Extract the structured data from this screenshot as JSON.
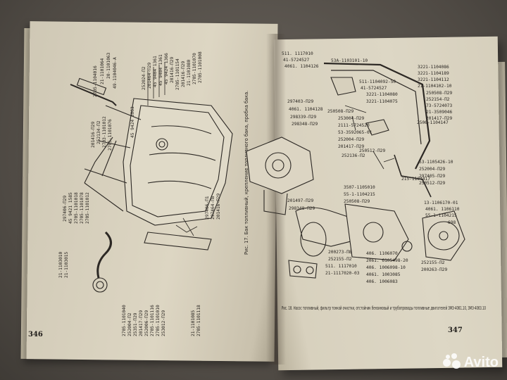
{
  "left_page": {
    "page_number": "346",
    "caption": "Рис. 17. Бак топливный, крепление топливного бака, пробка бака.",
    "top_labels": [
      "2705-1104016",
      "21-1101064",
      "20-1101063",
      "49-1104046-А",
      "252024-П2",
      "201464-П29",
      "45 9404 1361",
      "45 9404 1361",
      "45 9424 1366",
      "201416-П29",
      "2705-1101154",
      "201416-П29",
      "21-1101080",
      "2705-1101070",
      "2705-1101008"
    ],
    "mid_labels": [
      "201416-П29",
      "252134-П2",
      "2703-1101012",
      "2705-1101076",
      "45 9424 3063"
    ],
    "left_labels": [
      "297406-П29",
      "45 9421 1585",
      "2705-1101018",
      "2705-1101078",
      "2705-1101012"
    ],
    "bottom_labels": [
      "2705-1101040",
      "252004-П2",
      "25351-П29",
      "201417-П29",
      "252006-П29",
      "2705-1101116",
      "2705-1101010",
      "253012-П29",
      "21-1101085",
      "2705-1101118"
    ],
    "side_labels": [
      "21-1103010",
      "21-1103015",
      "297406-П1",
      "297464-П8",
      "201416-П29"
    ]
  },
  "right_page": {
    "page_number": "347",
    "caption": "Рис. 18. Насос топливный, фильтр тонкой очистки, отстойник бензиновый и трубопроводы топливные двигателей ЗМЗ-4061.10, ЗМЗ-4063.10",
    "labels_left": [
      "511. 1117010",
      "41-5724527",
      "4061. 1104126",
      "297403-П29",
      "4061. 1104128",
      "298339-П29",
      "298348-П29",
      "201497-П29",
      "298348-П29"
    ],
    "labels_top": [
      "53А-1103101-10"
    ],
    "labels_middle": [
      "511-1104092-50",
      "41-5724527",
      "253004-П29",
      "2111-5724520",
      "53-3592065-01",
      "252004-П29",
      "201417-П29",
      "252136-П2",
      "250508-П29",
      "250512-П29",
      "3507-1105010",
      "55-1-1104215",
      "250508-П29"
    ],
    "labels_right": [
      "3221-1104086",
      "3221-1104189",
      "3221-1104112",
      "21-1104102-10",
      "250508-П29",
      "252154-П2",
      "73-5724073",
      "21-3509046",
      "201417-П29",
      "3221-1104075",
      "3221-1104080",
      "53-1105426-10",
      "252004-П29",
      "297405-П29",
      "250512-П29",
      "215-1104417",
      "2506-1104147",
      "13-1106170-01",
      "4061. 1106110",
      "55-1-1104215",
      "698"
    ],
    "labels_bottom": [
      "200273-П8",
      "252155-П2",
      "511. 1117010",
      "21-1117020-03",
      "406. 1106070",
      "2061. 6105498-20",
      "406. 1006098-10",
      "4061. 1003085",
      "406. 1006083",
      "252155-П2",
      "200263-П29"
    ]
  },
  "watermark": {
    "text": "Avito"
  }
}
